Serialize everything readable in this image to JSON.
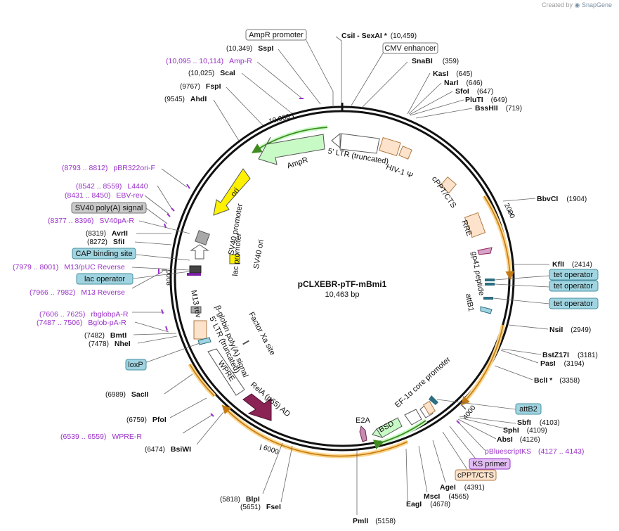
{
  "brand": {
    "created_by": "Created by",
    "name": "SnapGene"
  },
  "plasmid": {
    "name": "pCLXEBR-pTF-mBmi1",
    "length": "10,463 bp"
  },
  "ticks": [
    "2000",
    "4000",
    "6000",
    "8000",
    "10,000"
  ],
  "colors": {
    "backbone": "#111111",
    "primer": "#9a32c9",
    "feature_orange_fill": "#fde3cc",
    "feature_orange_outline": "#b07a44",
    "arrow_green": "#3f8b1f",
    "highlight": "#fbd58a",
    "ori_yellow": "#fdf100",
    "amp_green": "#c8fac6",
    "bsd_green": "#c8fac6",
    "rela_magenta": "#8b2355",
    "tag_blue": "#9fd4e0",
    "tag_gray": "#c9c9c9",
    "tag_purple": "#e2bdf3",
    "tag_peach": "#fde3cc"
  },
  "sites": [
    {
      "name": "CsiI",
      "suffix": "  - SexAI *",
      "pos": "(10,459)"
    },
    {
      "name": "SnaBI",
      "suffix": "",
      "pos": "(359)"
    },
    {
      "name": "KasI",
      "suffix": "",
      "pos": "(645)"
    },
    {
      "name": "NarI",
      "suffix": "",
      "pos": "(646)"
    },
    {
      "name": "SfoI",
      "suffix": "",
      "pos": "(647)"
    },
    {
      "name": "PluTI",
      "suffix": "",
      "pos": "(649)"
    },
    {
      "name": "BssHII",
      "suffix": "",
      "pos": "(719)"
    },
    {
      "name": "BbvCI",
      "suffix": "",
      "pos": "(1904)"
    },
    {
      "name": "KflI",
      "suffix": "",
      "pos": "(2414)"
    },
    {
      "name": "NsiI",
      "suffix": "",
      "pos": "(2949)"
    },
    {
      "name": "BstZ17I",
      "suffix": "",
      "pos": "(3181)"
    },
    {
      "name": "PasI",
      "suffix": "",
      "pos": "(3194)"
    },
    {
      "name": "BclI *",
      "suffix": "",
      "pos": "(3358)"
    },
    {
      "name": "SbfI",
      "suffix": "",
      "pos": "(4103)"
    },
    {
      "name": "SphI",
      "suffix": "",
      "pos": "(4109)"
    },
    {
      "name": "AbsI",
      "suffix": "",
      "pos": "(4126)"
    },
    {
      "name": "AgeI",
      "suffix": "",
      "pos": "(4391)"
    },
    {
      "name": "MscI",
      "suffix": "",
      "pos": "(4565)"
    },
    {
      "name": "EagI",
      "suffix": "",
      "pos": "(4678)"
    },
    {
      "name": "PmlI",
      "suffix": "",
      "pos": "(5158)"
    },
    {
      "name": "FseI",
      "suffix": "",
      "pos": "(5651)"
    },
    {
      "name": "BlpI",
      "suffix": "",
      "pos": "(5818)"
    },
    {
      "name": "BsiWI",
      "suffix": "",
      "pos": "(6474)"
    },
    {
      "name": "PfoI",
      "suffix": "",
      "pos": "(6759)"
    },
    {
      "name": "SacII",
      "suffix": "",
      "pos": "(6989)"
    },
    {
      "name": "NheI",
      "suffix": "",
      "pos": "(7478)"
    },
    {
      "name": "BmtI",
      "suffix": "",
      "pos": "(7482)"
    },
    {
      "name": "SfiI",
      "suffix": "",
      "pos": "(8272)"
    },
    {
      "name": "AvrII",
      "suffix": "",
      "pos": "(8319)"
    },
    {
      "name": "AhdI",
      "suffix": "",
      "pos": "(9545)"
    },
    {
      "name": "FspI",
      "suffix": "",
      "pos": "(9767)"
    },
    {
      "name": "ScaI",
      "suffix": "",
      "pos": "(10,025)"
    },
    {
      "name": "SspI",
      "suffix": "",
      "pos": "(10,349)"
    }
  ],
  "primers": [
    {
      "range": "(10,095 .. 10,114)",
      "name": "Amp-R"
    },
    {
      "range": "(8793 .. 8812)",
      "name": "pBR322ori-F"
    },
    {
      "range": "(8542 .. 8559)",
      "name": "L4440"
    },
    {
      "range": "(8431 .. 8450)",
      "name": "EBV-rev"
    },
    {
      "range": "(8377 .. 8396)",
      "name": "SV40pA-R"
    },
    {
      "range": "(7979 .. 8001)",
      "name": "M13/pUC Reverse"
    },
    {
      "range": "(7966 .. 7982)",
      "name": "M13 Reverse"
    },
    {
      "range": "(7606 .. 7625)",
      "name": "rbglobpA-R"
    },
    {
      "range": "(7487 .. 7506)",
      "name": "Bglob-pA-R"
    },
    {
      "range": "(6539 .. 6559)",
      "name": "WPRE-R"
    },
    {
      "range": "(4127 .. 4143)",
      "name": "pBluescriptKS"
    }
  ],
  "tags": [
    {
      "label": "AmpR promoter",
      "style": "white"
    },
    {
      "label": "CMV enhancer",
      "style": "white"
    },
    {
      "label": "SV40 poly(A) signal",
      "style": "gray"
    },
    {
      "label": "CAP binding site",
      "style": "blue"
    },
    {
      "label": "lac operator",
      "style": "blue"
    },
    {
      "label": "loxP",
      "style": "blue"
    },
    {
      "label": "tet operator",
      "style": "blue"
    },
    {
      "label": "tet operator",
      "style": "blue"
    },
    {
      "label": "tet operator",
      "style": "blue"
    },
    {
      "label": "attB2",
      "style": "blue"
    },
    {
      "label": "KS primer",
      "style": "purple"
    },
    {
      "label": "cPPT/CTS",
      "style": "peach"
    }
  ],
  "features": [
    {
      "label": "AmpR"
    },
    {
      "label": "5' LTR (truncated)"
    },
    {
      "label": "HIV-1 Ψ"
    },
    {
      "label": "cPPT/CTS"
    },
    {
      "label": "RRE"
    },
    {
      "label": "gp41 peptide"
    },
    {
      "label": "attB1"
    },
    {
      "label": "ori"
    },
    {
      "label": "SV40 promoter"
    },
    {
      "label": "SV40 ori"
    },
    {
      "label": "lac promoter"
    },
    {
      "label": "M13 rev"
    },
    {
      "label": "β-globin poly(A) signal"
    },
    {
      "label": "5' LTR (truncated)"
    },
    {
      "label": "Factor Xa site"
    },
    {
      "label": "WPRE"
    },
    {
      "label": "RelA (p65) AD"
    },
    {
      "label": "EF-1α core promoter"
    },
    {
      "label": "BSD"
    },
    {
      "label": "E2A"
    }
  ]
}
